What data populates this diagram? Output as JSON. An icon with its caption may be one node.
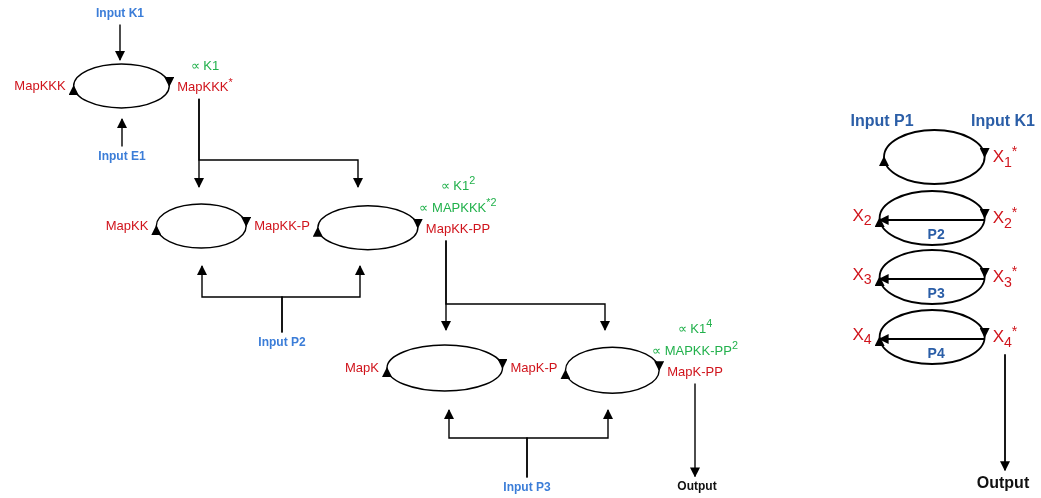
{
  "diagram": {
    "nodes": [
      {
        "text": [
          "Input K1"
        ]
      },
      {
        "text": [
          "MapKKK"
        ]
      },
      {
        "text": [
          "MapKKK$^{*}$"
        ],
        "beside": [
          "∝ K1"
        ]
      },
      {
        "text": [
          "Input E1"
        ]
      },
      {
        "text": [
          "MapKK"
        ]
      },
      {
        "text": [
          "MapKK-P"
        ]
      },
      {
        "text": [
          "MapKK-PP"
        ],
        "beside": [
          "∝ K1$^{2}$",
          "∝ MAPKKK$^{*2}$"
        ]
      },
      {
        "text": [
          "Input P2"
        ]
      },
      {
        "text": [
          "MapK"
        ]
      },
      {
        "text": [
          "MapK-P"
        ]
      },
      {
        "text": [
          "MapK-PP"
        ],
        "beside": [
          "∝ K1$^{4}$",
          "∝ MAPKK-PP$^{2}$"
        ]
      },
      {
        "text": [
          "Input P3"
        ]
      },
      {
        "text": [
          "Output"
        ]
      },
      {
        "text": [
          "X$_{1}$$^{*}$"
        ]
      },
      {
        "text": [
          "X$_{2}$"
        ]
      },
      {
        "text": [
          "X$_{2}$$^{*}$"
        ]
      },
      {
        "text": [
          "X$_{3}$"
        ]
      },
      {
        "text": [
          "X$_{3}$$^{*}$"
        ]
      },
      {
        "text": [
          "X$_{4}$"
        ]
      },
      {
        "text": [
          "X$_{4}$$^{*}$"
        ]
      },
      {
        "text": [
          "Output"
        ]
      }
    ],
    "edges": [
      {
        "from": 0,
        "to": null,
        "arrow": "to"
      },
      {
        "from": 1,
        "to": 2,
        "arrow": "to"
      },
      {
        "from": 2,
        "to": 1,
        "arrow": "to"
      },
      {
        "from": 3,
        "to": null,
        "arrow": "to"
      },
      {
        "from": 2,
        "to": null,
        "arrow": "to"
      },
      {
        "from": 2,
        "to": null,
        "arrow": "to"
      },
      {
        "from": 4,
        "to": 5,
        "arrow": "to"
      },
      {
        "from": 5,
        "to": 4,
        "arrow": "to"
      },
      {
        "from": 5,
        "to": 6,
        "arrow": "to"
      },
      {
        "from": 6,
        "to": 5,
        "arrow": "to"
      },
      {
        "from": 7,
        "to": null,
        "arrow": "to"
      },
      {
        "from": 7,
        "to": null,
        "arrow": "to"
      },
      {
        "from": 6,
        "to": null,
        "arrow": "to"
      },
      {
        "from": 6,
        "to": null,
        "arrow": "to"
      },
      {
        "from": 8,
        "to": 9,
        "arrow": "to"
      },
      {
        "from": 9,
        "to": 8,
        "arrow": "to"
      },
      {
        "from": 9,
        "to": 10,
        "arrow": "to"
      },
      {
        "from": 10,
        "to": 9,
        "arrow": "to"
      },
      {
        "from": 11,
        "to": null,
        "arrow": "to"
      },
      {
        "from": 11,
        "to": null,
        "arrow": "to"
      },
      {
        "from": 10,
        "to": 12,
        "arrow": "to"
      },
      {
        "from": null,
        "to": 13,
        "arrow": "to"
      },
      {
        "from": 13,
        "to": null,
        "arrow": "to"
      },
      {
        "from": 14,
        "to": 15,
        "arrow": "to"
      },
      {
        "from": 15,
        "to": 14,
        "arrow": "to"
      },
      {
        "from": 15,
        "to": 14,
        "arrow": "to",
        "label": "P2"
      },
      {
        "from": 16,
        "to": 17,
        "arrow": "to"
      },
      {
        "from": 17,
        "to": 16,
        "arrow": "to"
      },
      {
        "from": 17,
        "to": 16,
        "arrow": "to",
        "label": "P3"
      },
      {
        "from": 18,
        "to": 19,
        "arrow": "to"
      },
      {
        "from": 19,
        "to": 18,
        "arrow": "to"
      },
      {
        "from": 19,
        "to": 18,
        "arrow": "to",
        "label": "P4"
      },
      {
        "from": 19,
        "to": 20,
        "arrow": "to"
      }
    ],
    "labels": [
      "Input P1",
      "Input K1"
    ]
  }
}
